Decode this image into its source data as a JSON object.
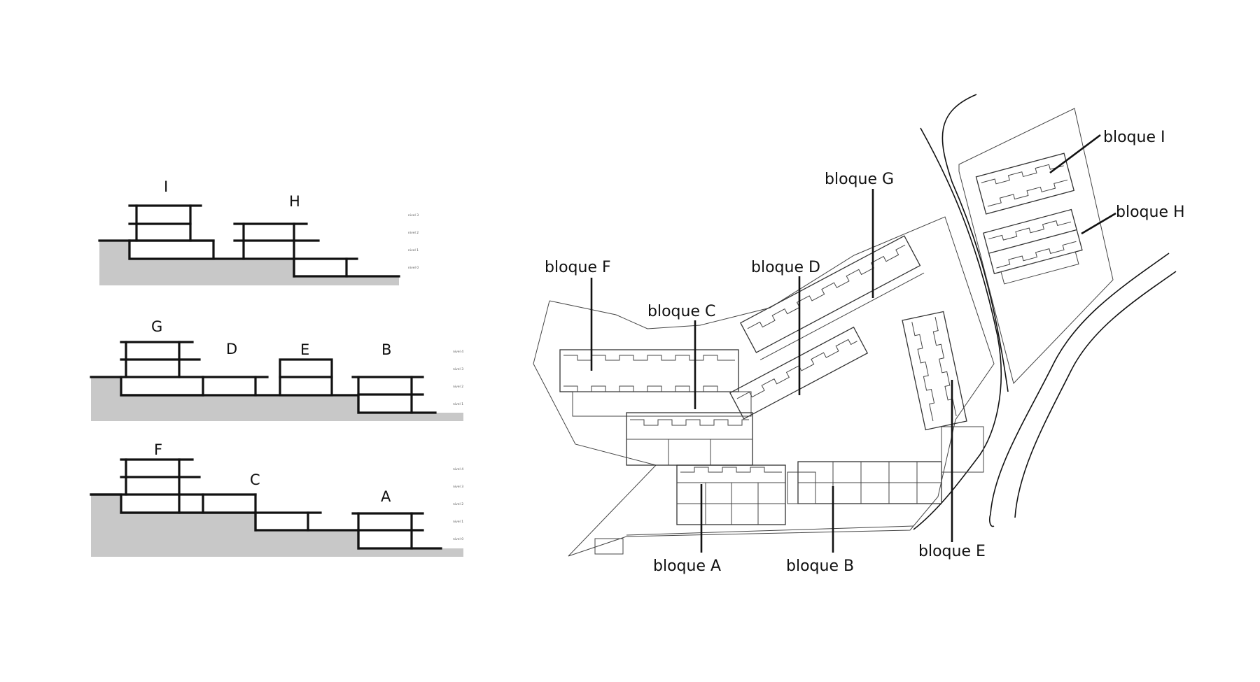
{
  "sections": {
    "row1": {
      "letters": [
        "I",
        "H"
      ],
      "levels": [
        "nivel 3",
        "nivel 2",
        "nivel 1",
        "nivel 0"
      ]
    },
    "row2": {
      "letters": [
        "G",
        "D",
        "E",
        "B"
      ],
      "levels": [
        "nivel 4",
        "nivel 3",
        "nivel 2",
        "nivel 1"
      ]
    },
    "row3": {
      "letters": [
        "F",
        "C",
        "A"
      ],
      "levels": [
        "nivel 4",
        "nivel 3",
        "nivel 2",
        "nivel 1",
        "nivel 0"
      ]
    }
  },
  "plan": {
    "labels": {
      "F": "bloque F",
      "C": "bloque C",
      "D": "bloque D",
      "G": "bloque G",
      "I": "bloque I",
      "H": "bloque H",
      "A": "bloque A",
      "B": "bloque B",
      "E": "bloque E"
    }
  }
}
